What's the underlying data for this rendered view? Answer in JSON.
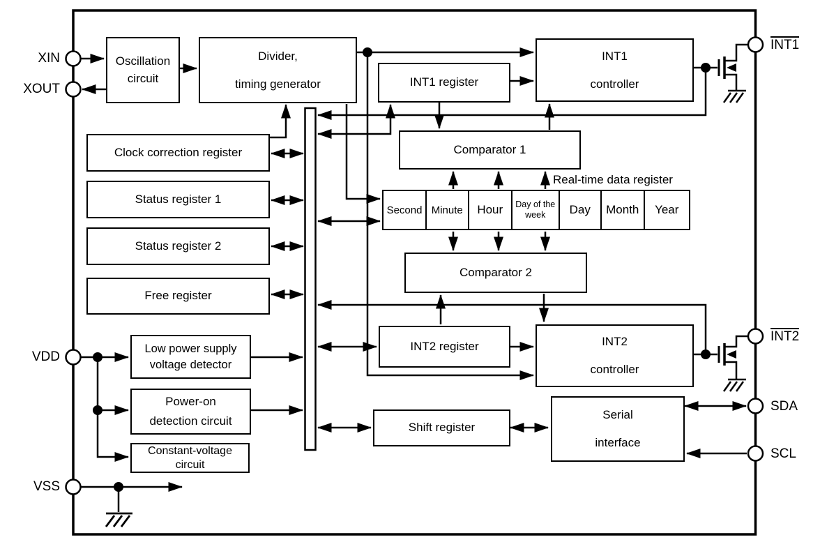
{
  "colors": {
    "line": "#000000",
    "background": "#ffffff",
    "text": "#000000"
  },
  "pins": {
    "xin": "XIN",
    "xout": "XOUT",
    "vdd": "VDD",
    "vss": "VSS",
    "int1": "INT1",
    "int2": "INT2",
    "sda": "SDA",
    "scl": "SCL"
  },
  "blocks": {
    "oscillation": [
      "Oscillation",
      "circuit"
    ],
    "divider": [
      "Divider,",
      "timing generator"
    ],
    "clock_correction": [
      "Clock correction register"
    ],
    "status_register_1": [
      "Status register 1"
    ],
    "status_register_2": [
      "Status register 2"
    ],
    "free_register": [
      "Free register"
    ],
    "low_power_detector": [
      "Low power supply",
      "voltage detector"
    ],
    "power_on_detection": [
      "Power-on",
      "detection circuit"
    ],
    "constant_voltage": [
      "Constant-voltage",
      "circuit"
    ],
    "int1_register": [
      "INT1 register"
    ],
    "int1_controller": [
      "INT1",
      "controller"
    ],
    "comparator1": [
      "Comparator 1"
    ],
    "comparator2": [
      "Comparator 2"
    ],
    "int2_register": [
      "INT2 register"
    ],
    "int2_controller": [
      "INT2",
      "controller"
    ],
    "shift_register": [
      "Shift register"
    ],
    "serial_interface": [
      "Serial",
      "interface"
    ]
  },
  "rtc": {
    "label": "Real-time data register",
    "cells": [
      "Second",
      "Minute",
      "Hour",
      "Day of the week",
      "Day",
      "Month",
      "Year"
    ]
  }
}
